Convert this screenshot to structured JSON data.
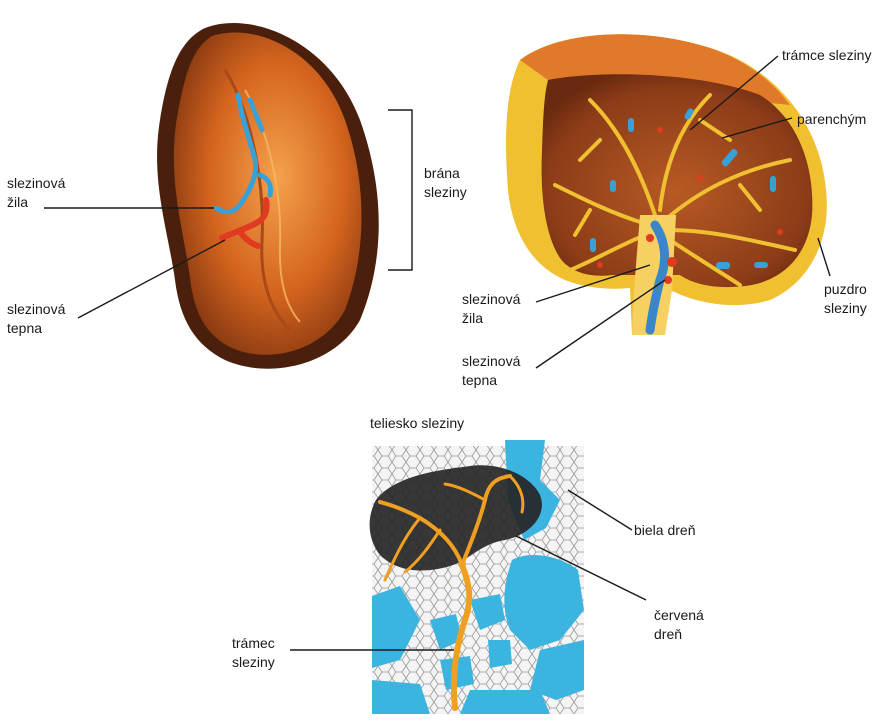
{
  "diagrams": {
    "spleen_exterior": {
      "labels": {
        "vein": [
          "slezinová",
          "žila"
        ],
        "artery": [
          "slezinová",
          "tepna"
        ],
        "hilum": [
          "brána",
          "sleziny"
        ]
      }
    },
    "spleen_section": {
      "labels": {
        "trabeculae": "trámce sleziny",
        "parenchyma": "parenchým",
        "capsule": [
          "puzdro",
          "sleziny"
        ],
        "vein": [
          "slezinová",
          "žila"
        ],
        "artery": [
          "slezinová",
          "tepna"
        ]
      }
    },
    "splenic_corpuscle": {
      "title": "teliesko sleziny",
      "labels": {
        "white_pulp": "biela dreň",
        "red_pulp": [
          "červená",
          "dreň"
        ],
        "trabecula": [
          "trámec",
          "sleziny"
        ]
      }
    }
  },
  "colors": {
    "spleen_outer": "#5a2a10",
    "spleen_body": "#d0641c",
    "spleen_light": "#f2a04a",
    "capsule_yellow": "#f0c030",
    "vein_blue": "#3aa0d8",
    "artery_red": "#e03a20",
    "white_pulp_dark": "#2a2a2a",
    "red_pulp_blue": "#3cb4e0",
    "trabecula_orange": "#f0a020",
    "leader_line": "#1a1a1a"
  }
}
